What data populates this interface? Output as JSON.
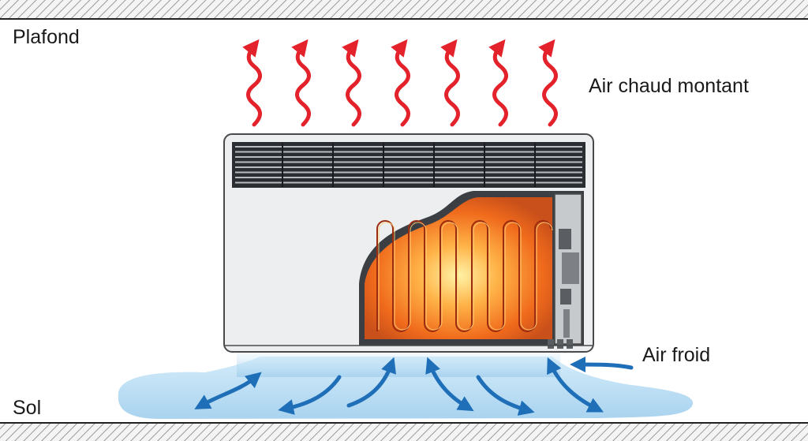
{
  "labels": {
    "ceiling": "Plafond",
    "floor": "Sol",
    "warm_air": "Air chaud montant",
    "cold_air": "Air froid"
  },
  "colors": {
    "warm_arrow": "#e3222b",
    "cold_arrow": "#1e6fb8",
    "cold_air_pool": "#b9dcf2",
    "heater_body": "#e8eaec",
    "heating_element": "#f26a1b"
  }
}
